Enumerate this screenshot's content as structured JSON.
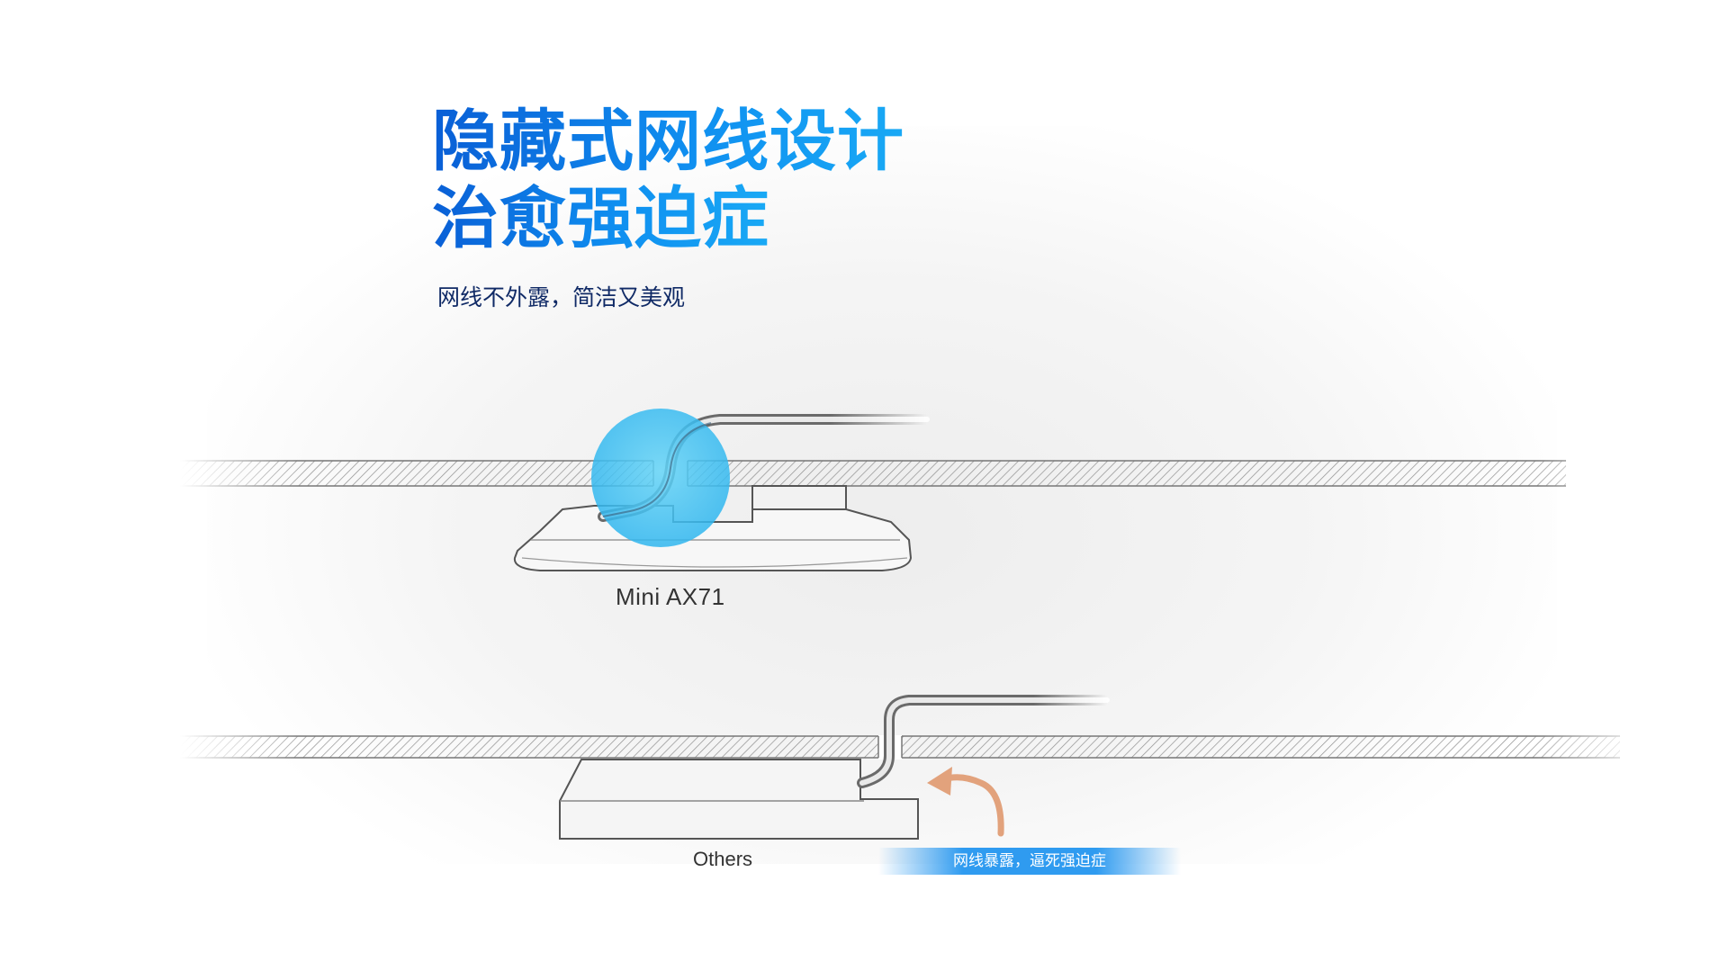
{
  "headline": {
    "line1": "隐藏式网线设计",
    "line2": "治愈强迫症"
  },
  "subtitle": "网线不外露，简洁又美观",
  "products": {
    "featured": "Mini AX71",
    "comparison": "Others"
  },
  "warning": "网线暴露，逼死强迫症",
  "colors": {
    "headline_blue": "#0c84e4",
    "subtitle_navy": "#102a66",
    "highlight_cyan": "#3fc4f2",
    "arrow_orange": "#e2a27c",
    "banner_blue": "#2f9bf0"
  }
}
